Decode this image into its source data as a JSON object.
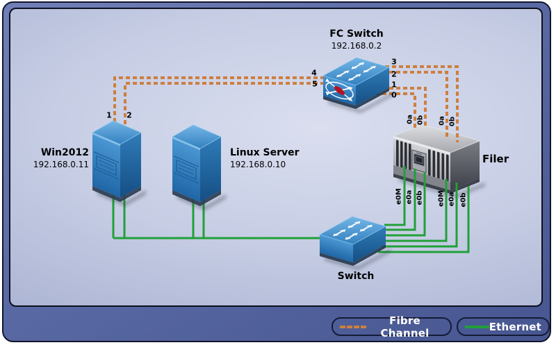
{
  "devices": {
    "fc_switch": {
      "name": "FC Switch",
      "ip": "192.168.0.2"
    },
    "win2012": {
      "name": "Win2012",
      "ip": "192.168.0.11"
    },
    "linux_server": {
      "name": "Linux Server",
      "ip": "192.168.0.10"
    },
    "filer": {
      "name": "Filer"
    },
    "switch": {
      "name": "Switch"
    }
  },
  "port_labels": {
    "fc_left": [
      "4",
      "5"
    ],
    "fc_right": [
      "3",
      "2",
      "1",
      "0"
    ],
    "win2012_fc": [
      "1",
      "2"
    ],
    "filer_fc": [
      "0a",
      "0b",
      "0a",
      "0b"
    ],
    "filer_eth": [
      "e0M",
      "e0a",
      "e0b",
      "e0M",
      "e0a",
      "e0b"
    ]
  },
  "legend": {
    "fibre_channel": "Fibre Channel",
    "ethernet": "Ethernet"
  },
  "colors": {
    "fibre_channel": "#cd7f3f",
    "ethernet": "#21a038",
    "frame_band": "#5a6aa4",
    "canvas": "#c6cde4"
  },
  "connections": {
    "fibre_channel": [
      {
        "from": "FC Switch port 4",
        "to": "Win2012 port 1"
      },
      {
        "from": "FC Switch port 5",
        "to": "Win2012 port 2"
      },
      {
        "from": "FC Switch port 0",
        "to": "Filer 0a"
      },
      {
        "from": "FC Switch port 1",
        "to": "Filer 0b"
      },
      {
        "from": "FC Switch port 2",
        "to": "Filer 0a"
      },
      {
        "from": "FC Switch port 3",
        "to": "Filer 0b"
      }
    ],
    "ethernet": [
      {
        "from": "Win2012",
        "to": "Switch"
      },
      {
        "from": "Linux Server",
        "to": "Switch"
      },
      {
        "from": "Switch",
        "to": "Filer e0M"
      },
      {
        "from": "Switch",
        "to": "Filer e0a"
      },
      {
        "from": "Switch",
        "to": "Filer e0b"
      },
      {
        "from": "Switch",
        "to": "Filer e0M"
      },
      {
        "from": "Switch",
        "to": "Filer e0a"
      },
      {
        "from": "Switch",
        "to": "Filer e0b"
      }
    ]
  }
}
